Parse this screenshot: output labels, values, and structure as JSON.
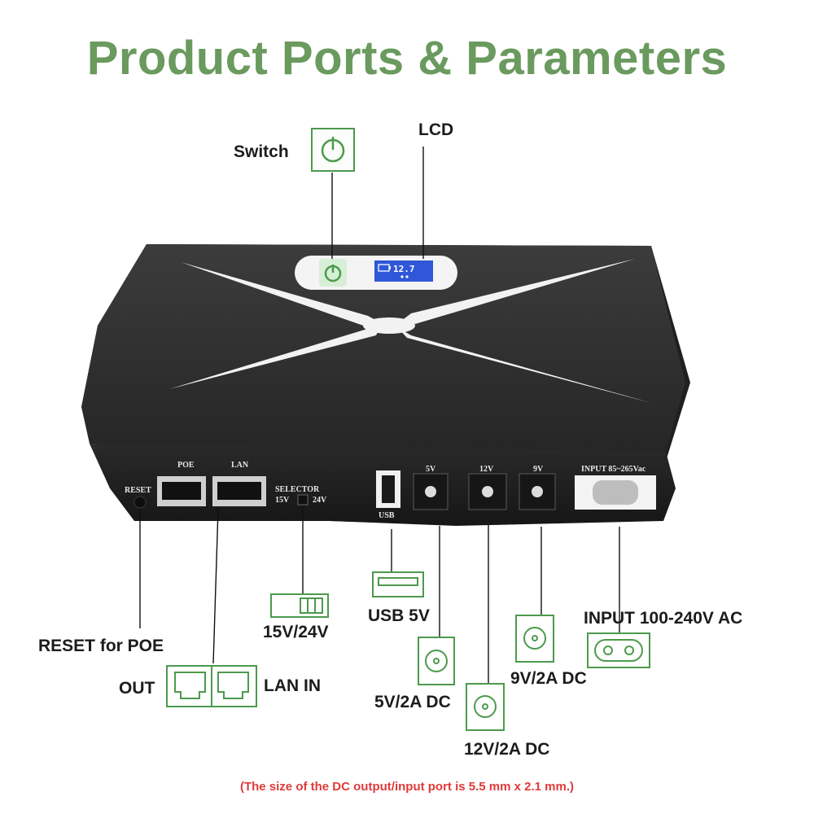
{
  "title": "Product Ports & Parameters",
  "colors": {
    "accent_green": "#6a9a5e",
    "icon_green": "#4c9a4c",
    "note_red": "#e03a3a",
    "device_body": "#2b2b2b",
    "lcd_blue": "#2f57d8"
  },
  "labels": {
    "switch": "Switch",
    "lcd": "LCD",
    "reset": "RESET for POE",
    "out": "OUT",
    "lan_in": "LAN IN",
    "selector": "15V/24V",
    "usb": "USB 5V",
    "dc5": "5V/2A DC",
    "dc12": "12V/2A DC",
    "dc9": "9V/2A DC",
    "input": "INPUT 100-240V AC"
  },
  "device_print": {
    "poe": "POE",
    "lan": "LAN",
    "reset": "RESET",
    "selector": "SELECTOR",
    "sel_15": "15V",
    "sel_24": "24V",
    "usb": "USB",
    "v5": "5V",
    "v12": "12V",
    "v9": "9V",
    "input": "INPUT 85~265Vac",
    "lcd_readout": "12.7"
  },
  "icons": [
    "power-icon",
    "toggle-switch-icon",
    "usb-port-icon",
    "dc-jack-icon",
    "ethernet-port-icon",
    "ac-inlet-icon"
  ],
  "footnote": "(The size of the DC output/input port is 5.5 mm x 2.1 mm.)"
}
